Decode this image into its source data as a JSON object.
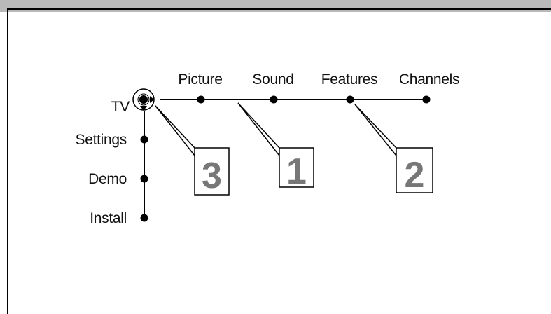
{
  "menu": {
    "root": "TV",
    "top_items": [
      "Picture",
      "Sound",
      "Features",
      "Channels"
    ],
    "side_items": [
      "Settings",
      "Demo",
      "Install"
    ]
  },
  "callouts": [
    "3",
    "1",
    "2"
  ]
}
